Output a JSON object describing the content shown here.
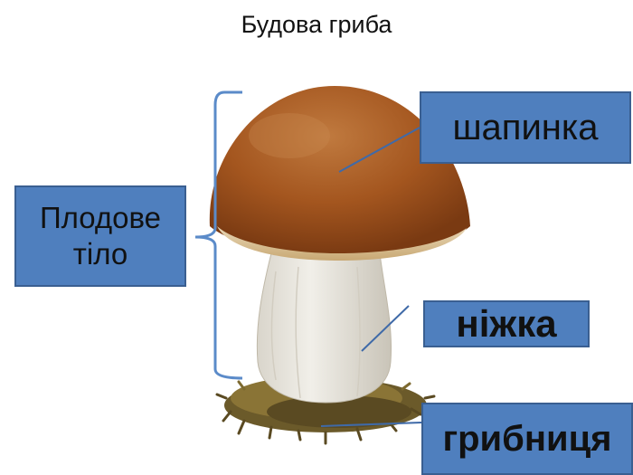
{
  "title": "Будова гриба",
  "labels": {
    "fruiting_body": "Плодове тіло",
    "cap": "шапинка",
    "stem": "ніжка",
    "mycelium": "грибниця"
  },
  "colors": {
    "label_fill": "#4f7fbe",
    "label_border": "#3a5f91",
    "cap": "#a3541d",
    "stem": "#e6e3dc",
    "mycelium": "#6b5a2a"
  }
}
